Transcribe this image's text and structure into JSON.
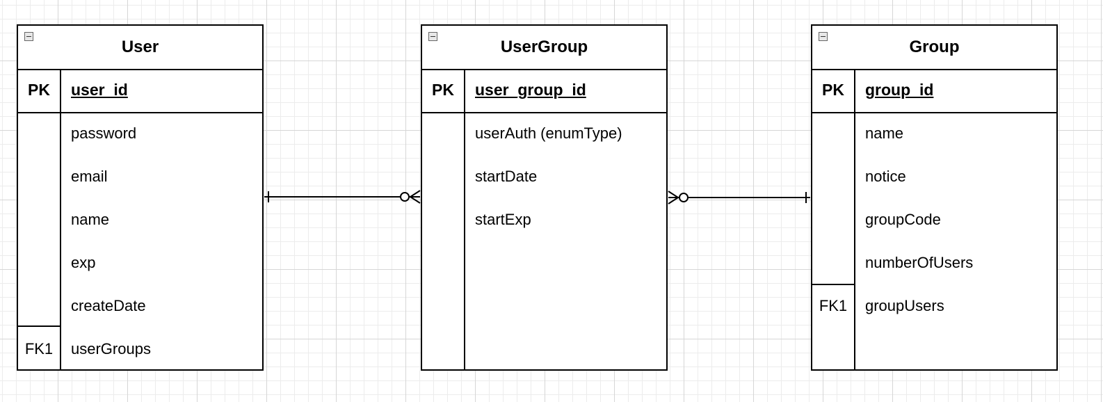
{
  "entities": {
    "user": {
      "title": "User",
      "pk_label": "PK",
      "pk_field": "user_id",
      "attributes": [
        "password",
        "email",
        "name",
        "exp",
        "createDate"
      ],
      "fk_label": "FK1",
      "fk_field": "userGroups"
    },
    "usergroup": {
      "title": "UserGroup",
      "pk_label": "PK",
      "pk_field": "user_group_id",
      "attributes": [
        "userAuth (enumType)",
        "startDate",
        "startExp"
      ]
    },
    "group": {
      "title": "Group",
      "pk_label": "PK",
      "pk_field": "group_id",
      "attributes": [
        "name",
        "notice",
        "groupCode",
        "numberOfUsers"
      ],
      "fk_label": "FK1",
      "fk_field": "groupUsers"
    }
  },
  "relationships": [
    {
      "from": "User",
      "to": "UserGroup",
      "from_cardinality": "one",
      "to_cardinality": "zero-or-many"
    },
    {
      "from": "UserGroup",
      "to": "Group",
      "from_cardinality": "zero-or-many",
      "to_cardinality": "one"
    }
  ],
  "colors": {
    "stroke": "#000000",
    "background": "#ffffff",
    "grid": "#d6d6d6"
  }
}
